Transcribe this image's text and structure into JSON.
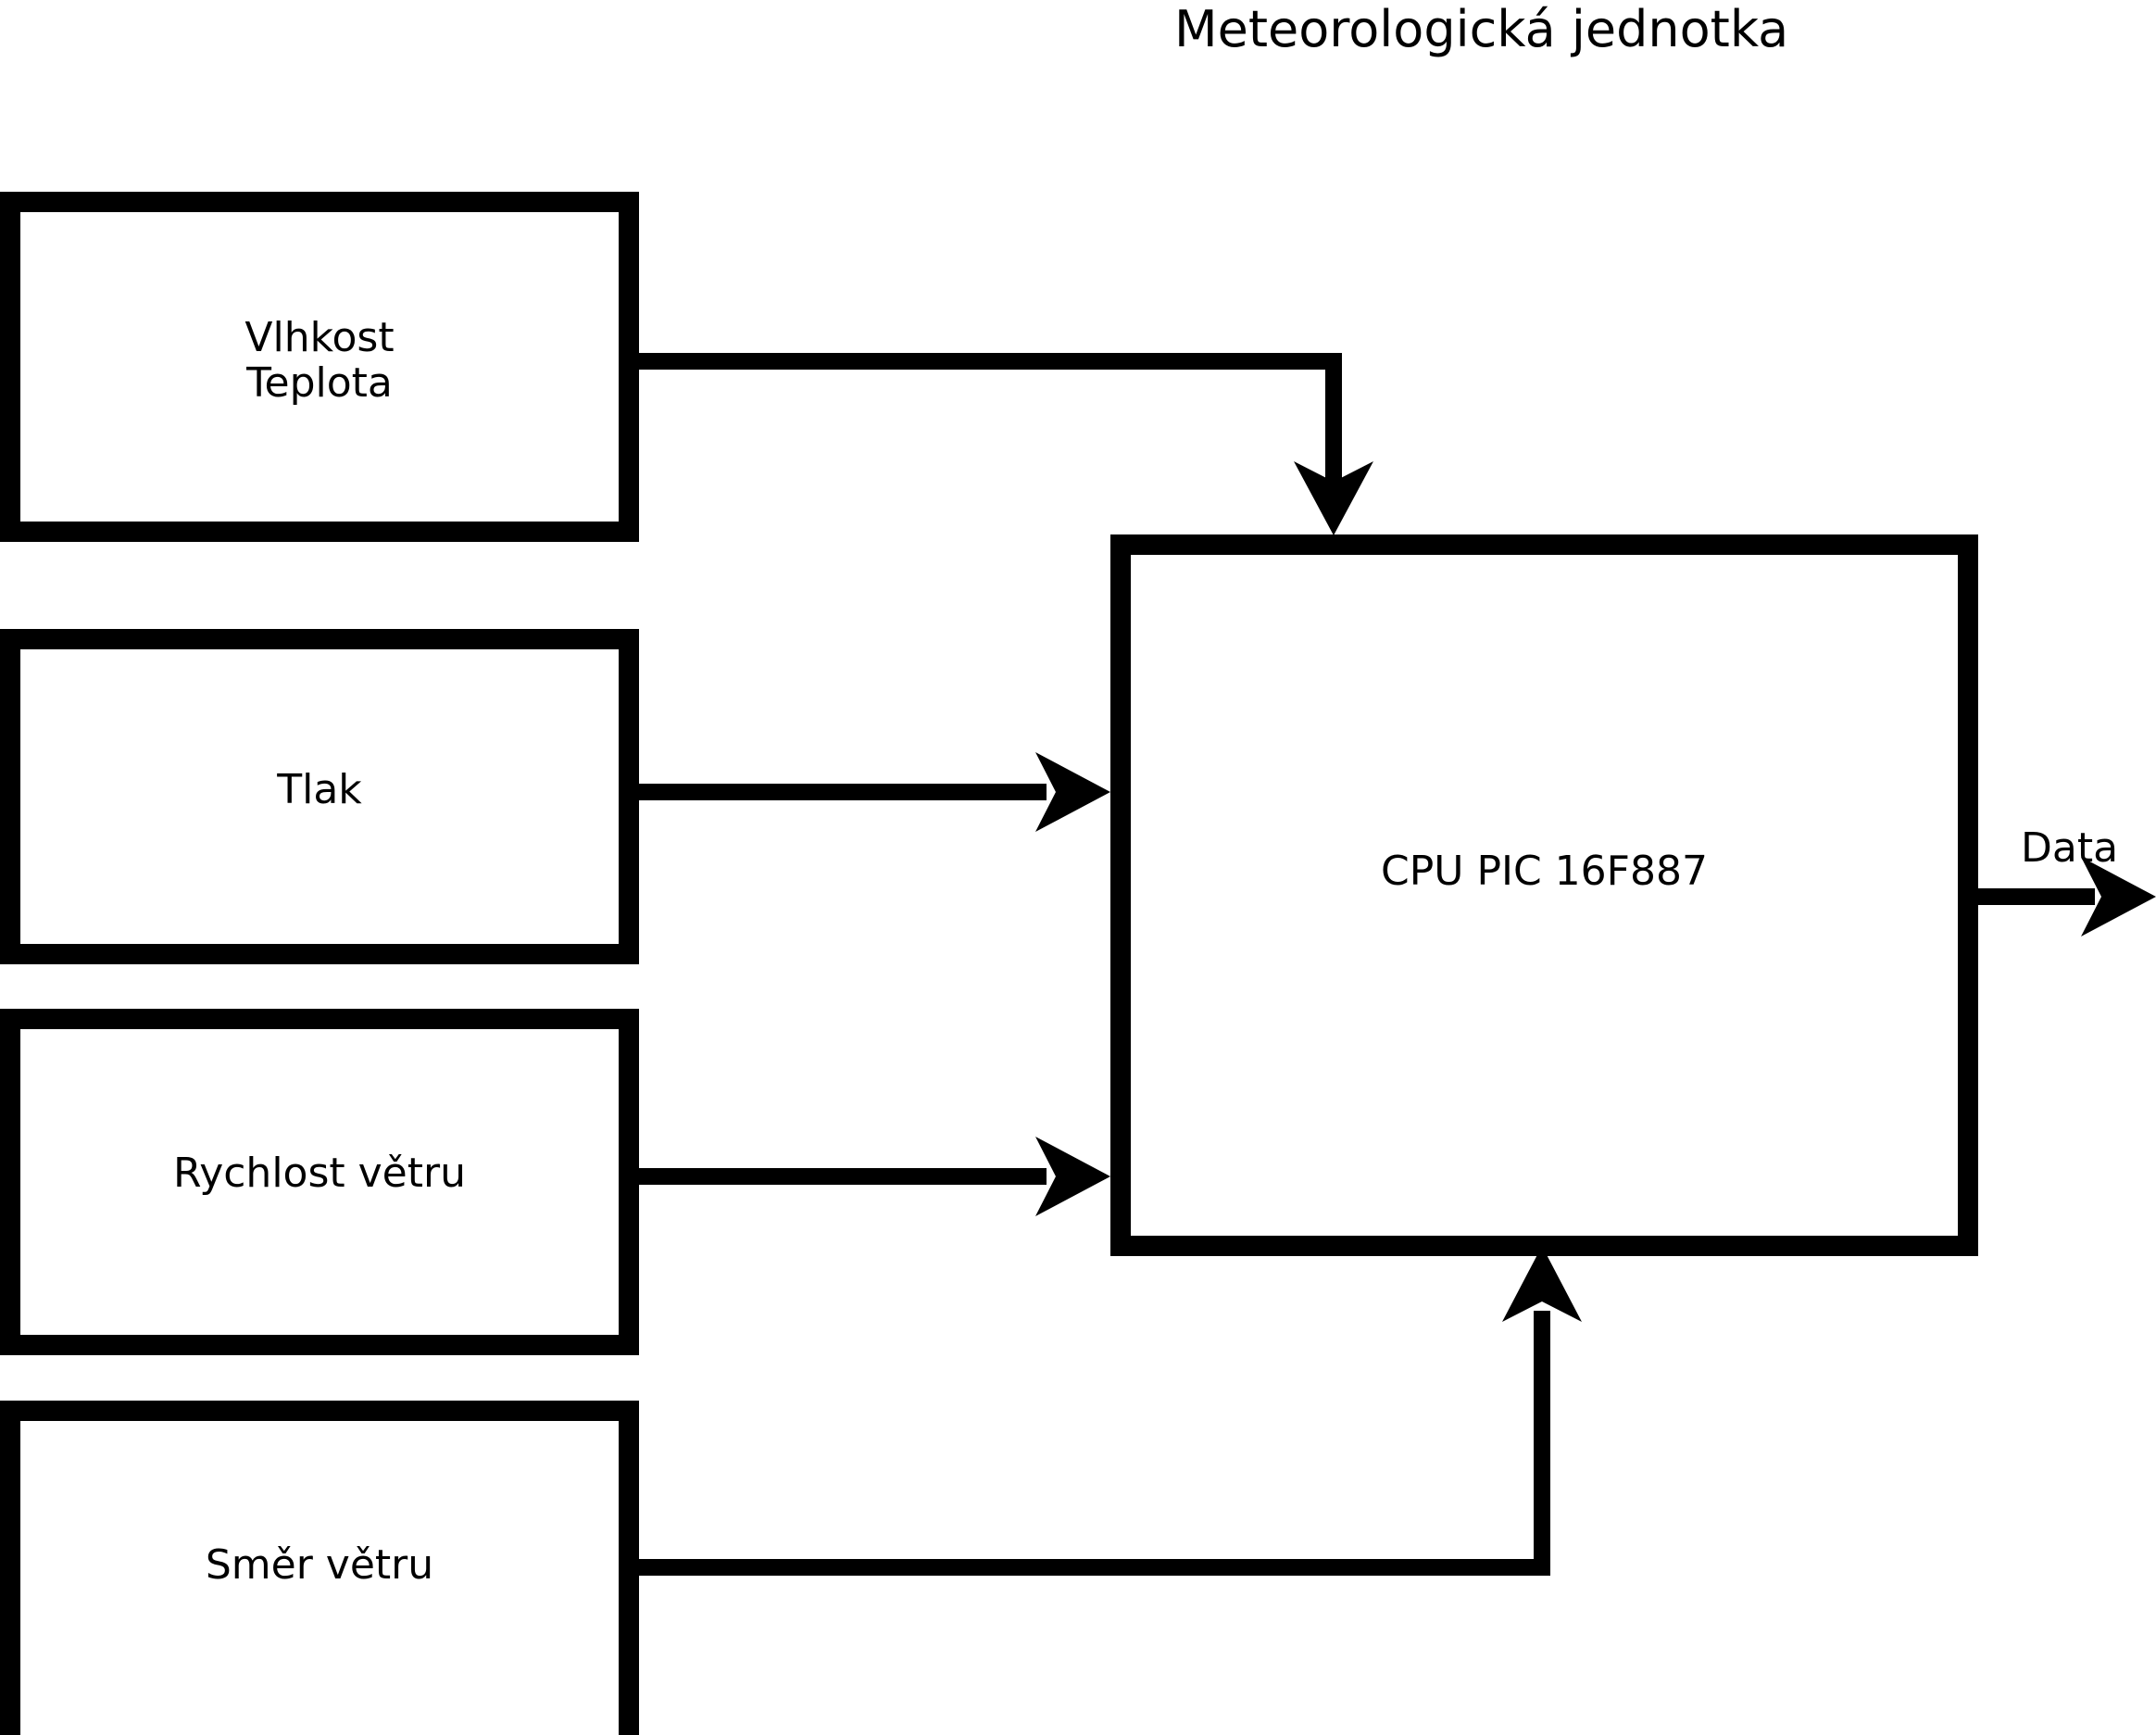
{
  "diagram": {
    "title": "Meteorologická jednotka",
    "background_color": "#ffffff",
    "stroke_color": "#000000",
    "fill_color": "#ffffff",
    "nodes": [
      {
        "id": "humidity-temperature",
        "label": "Vlhkost\nTeplota",
        "shape": "rectangle"
      },
      {
        "id": "pressure",
        "label": "Tlak",
        "shape": "rectangle"
      },
      {
        "id": "wind-speed",
        "label": "Rychlost větru",
        "shape": "rectangle"
      },
      {
        "id": "wind-direction",
        "label": "Směr větru",
        "shape": "rectangle"
      },
      {
        "id": "cpu",
        "label": "CPU PIC 16F887",
        "shape": "rectangle"
      }
    ],
    "edges": [
      {
        "id": "edge-humidity-to-cpu",
        "from": "humidity-temperature",
        "to": "cpu",
        "label": "",
        "arrow": "end",
        "routing": "orthogonal"
      },
      {
        "id": "edge-pressure-to-cpu",
        "from": "pressure",
        "to": "cpu",
        "label": "",
        "arrow": "end",
        "routing": "straight"
      },
      {
        "id": "edge-windspeed-to-cpu",
        "from": "wind-speed",
        "to": "cpu",
        "label": "",
        "arrow": "end",
        "routing": "straight"
      },
      {
        "id": "edge-winddirection-to-cpu",
        "from": "wind-direction",
        "to": "cpu",
        "label": "",
        "arrow": "end",
        "routing": "orthogonal"
      },
      {
        "id": "edge-cpu-to-data",
        "from": "cpu",
        "to": "output",
        "label": "Data",
        "arrow": "end",
        "routing": "straight"
      }
    ]
  }
}
